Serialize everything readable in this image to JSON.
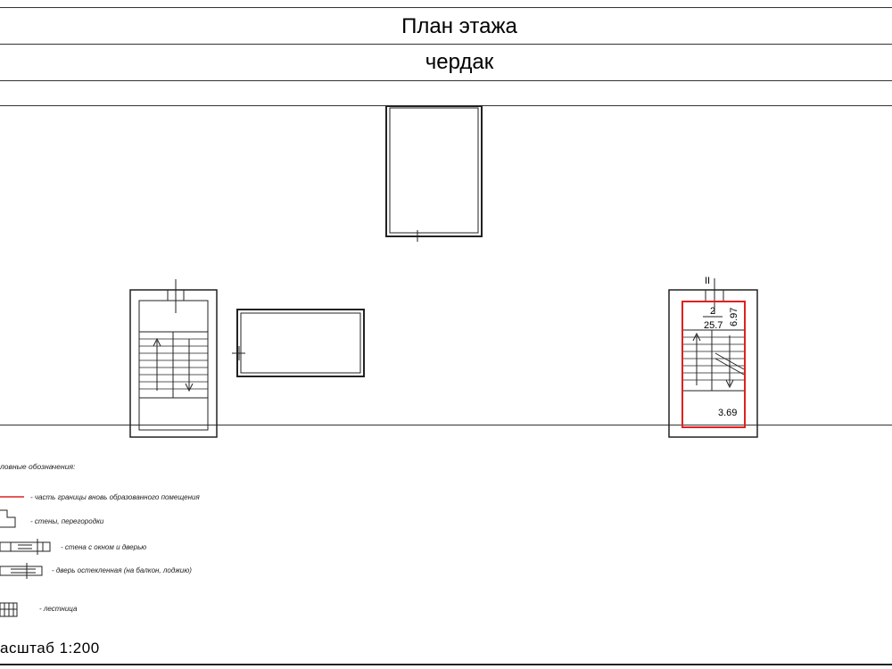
{
  "header": {
    "title": "План этажа",
    "floor_name": "чердак"
  },
  "plan": {
    "stair_mark": "II",
    "room_number": "2",
    "room_area_total": "25.7",
    "room_length": "6.97",
    "room_area": "3.69",
    "boundary_color": "#e02020"
  },
  "legend": {
    "heading": "ловные обозначения:",
    "items": [
      "- часть границы вновь образованного помещения",
      "- стены, перегородки",
      "- стена с окном и дверью",
      "- дверь остекленная (на балкон, лоджию)",
      "- лестница"
    ]
  },
  "footer": {
    "scale_label": "асштаб 1:200"
  }
}
